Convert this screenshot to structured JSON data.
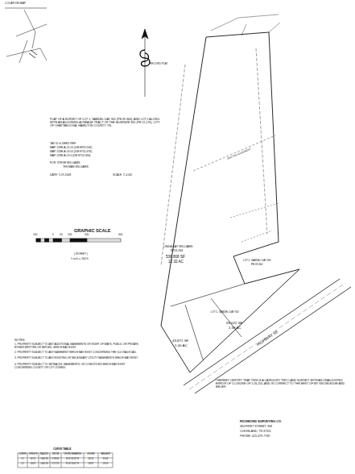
{
  "diagram": {
    "title": "PLAT OF A SURVEY OF LOT 1, SAMUEL DAY S/D (PB 39-364), AND LOT 2 ALONG WITH AN ADJOINING ACREAGE TRACT OF THE McKENZIE S/D (PB 11-176), CITY OF CHATTANOOGA, HAMILTON COUNTY, TN.",
    "labels": [
      "LOCATION MAP",
      "RECORD PLAT",
      "TAX ID & DEED REF:",
      "MAP 128E-A-12.01 (DB 8870-940)",
      "MAP 128E-A-13.01 (DB 8752-476)",
      "MAP 128E-A-13.0 (DB 8753-334)",
      "FOR: STEVE WILLIAMS",
      "THOMAS WILLIAMS",
      "DATE: 9-19-2008",
      "SCALE: 1\"=100'",
      "GRAPHIC SCALE",
      "100",
      "0",
      "50",
      "100",
      "200",
      "400",
      "( IN FEET )",
      "1 inch = 100 ft.",
      "NOTES:",
      "1. PROPERTY SUBJECT TO ANY ADDITIONAL EASEMENTS OR RIGHT OF WAYS, PUBLIC OR PRIVATE, EITHER WRITTEN OR IMPLIED, WHICH MAY EXIST.",
      "2. PROPERTY SUBJECT TO ANY EASEMENT WHICH MAY EXIST CONCERNING THE OLD RAILROAD.",
      "3. PROPERTY SUBJECT TO ANY EXISTING OR NECESSARY UTILITY EASEMENTS WHICH MAY EXIST.",
      "4. PROPERTY SUBJECT TO SETBACKS, EASEMENTS, OR CONDITIONS WHICH MAY EXIST CONCERNING COUNTY OR CITY ZONING.",
      "LINDA KAY WILLIAMS",
      "8753-334",
      "536,808 SF",
      "12.32 AC",
      "69,022 SF",
      "1.58 AC",
      "43,871 SF",
      "1.00 AC",
      "HIGHWAY 58",
      "LOT 2, SAMUEL DAY S/D",
      "PB 39-364",
      "LOT 1, SAMUEL DAY S/D",
      "OLD TVA EASEMENT",
      "I HEREBY CERTIFY THAT THIS IS A CATEGORY TWO LAND SURVEY, WITH AN UNADJUSTED ERROR OF CLOSURE OF 1:26,250, AND IS CORRECT TO THE BEST OF MY KNOWLEDGE AND BELIEF.",
      "RICHMOND SURVEYING CO.",
      "363 FIRST STREET, SW",
      "CLEVELAND, TN 37311",
      "PHONE: 423-479-7749",
      "CURVE TABLE",
      "CURVE",
      "LENGTH",
      "RADIUS",
      "DELTA",
      "CHORD BEARING",
      "CHORD",
      "TANGENT",
      "C1",
      "62.15",
      "1462.39",
      "2°26'06\"",
      "N 55°41'20\" E",
      "62.15",
      "31.08",
      "C2",
      "58.37",
      "1462.39",
      "2°17'13\"",
      "N 53°19'41\" E",
      "58.37",
      "29.19"
    ]
  }
}
